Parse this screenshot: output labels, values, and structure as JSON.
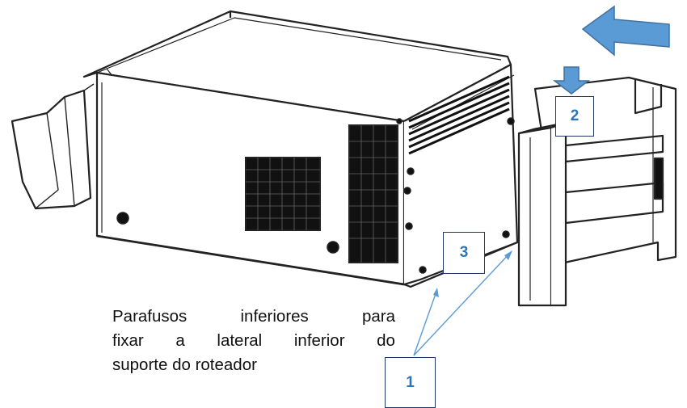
{
  "callouts": {
    "label_1": "1",
    "label_2": "2",
    "label_3": "3"
  },
  "caption": {
    "line1_words": [
      "Parafusos",
      "inferiores",
      "para"
    ],
    "line2_words": [
      "fixar",
      "a",
      "lateral",
      "inferior",
      "do"
    ],
    "line3": "suporte do roteador"
  },
  "colors": {
    "arrow_fill": "#5b9bd5",
    "arrow_stroke": "#41719c",
    "pointer_line": "#5b9bd5",
    "callout_border": "#1f3864",
    "callout_text": "#2e75b6",
    "line_art": "#222222"
  }
}
